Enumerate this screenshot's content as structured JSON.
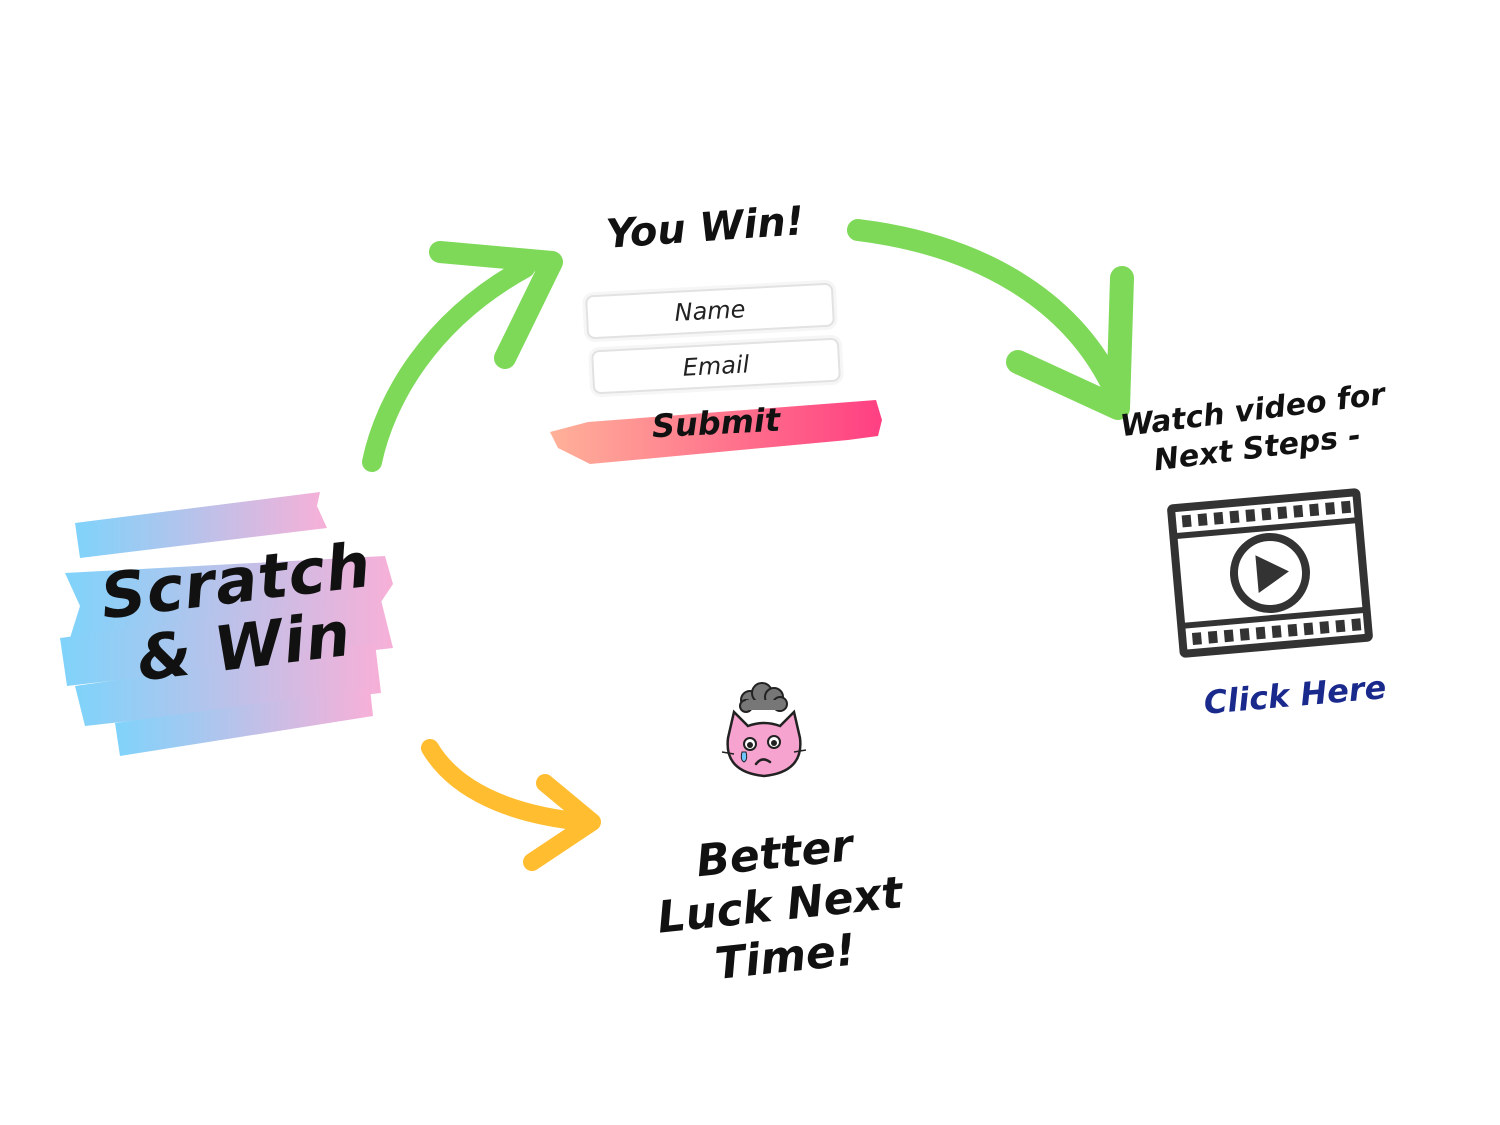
{
  "scratch": {
    "label_line1": "Scratch",
    "label_line2": "& Win"
  },
  "win": {
    "title": "You Win!",
    "name_placeholder": "Name",
    "email_placeholder": "Email",
    "submit_label": "Submit"
  },
  "video": {
    "watch_line1": "Watch video for",
    "watch_line2": "Next Steps -",
    "click_label": "Click Here",
    "icon": "film-play-icon"
  },
  "lose": {
    "line1": "Better",
    "line2": "Luck Next",
    "line3": "Time!",
    "icon": "sad-cat-icon"
  },
  "colors": {
    "arrow_green": "#7dd957",
    "arrow_yellow": "#ffbd2f",
    "brush_blue": "#7fd3fb",
    "brush_pink": "#f7b0d8",
    "submit_orange": "#ffb199",
    "submit_pink": "#ff3f82",
    "link_blue": "#1a2a8c"
  }
}
